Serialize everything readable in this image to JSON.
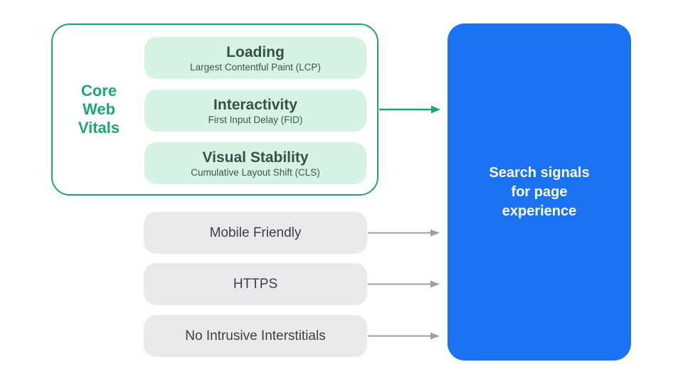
{
  "core_web_vitals": {
    "label": "Core\nWeb\nVitals",
    "items": [
      {
        "title": "Loading",
        "subtitle": "Largest Contentful Paint (LCP)"
      },
      {
        "title": "Interactivity",
        "subtitle": "First Input Delay (FID)"
      },
      {
        "title": "Visual Stability",
        "subtitle": "Cumulative Layout Shift (CLS)"
      }
    ]
  },
  "other_signals": [
    {
      "label": "Mobile Friendly"
    },
    {
      "label": "HTTPS"
    },
    {
      "label": "No Intrusive Interstitials"
    }
  ],
  "result_box": {
    "label": "Search signals\nfor page\nexperience"
  },
  "icons": {
    "arrow_green": "right-arrow",
    "arrow_gray": "right-arrow"
  },
  "colors": {
    "green": "#1EA672",
    "green_light": "#D6F3E4",
    "green_text_dark": "#37504A",
    "blue": "#1B72F2",
    "gray_pill": "#E9EAEC",
    "gray_arrow": "#9AA0A6",
    "text_dark": "#3C4043",
    "white": "#FFFFFF"
  }
}
